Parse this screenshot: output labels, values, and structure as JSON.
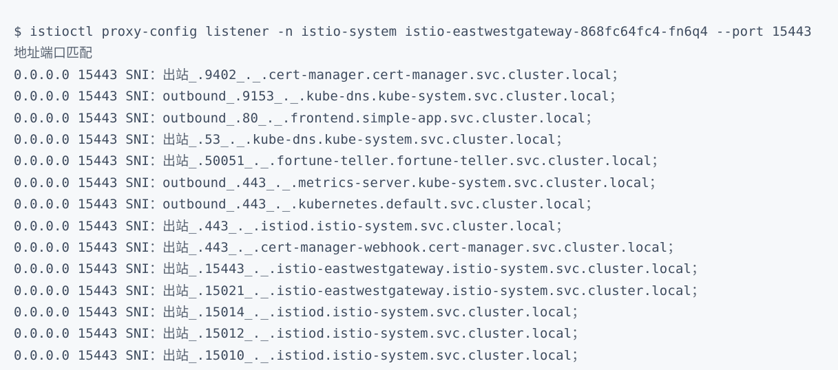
{
  "command": "$ istioctl proxy-config listener -n istio-system istio-eastwestgateway-868fc64fc4-fn6q4 --port 15443",
  "header": "地址端口匹配",
  "rows": [
    "0.0.0.0 15443 SNI：出站_.9402_._.cert-manager.cert-manager.svc.cluster.local；",
    "0.0.0.0 15443 SNI：outbound_.9153_._.kube-dns.kube-system.svc.cluster.local；",
    "0.0.0.0 15443 SNI：outbound_.80_._.frontend.simple-app.svc.cluster.local；",
    "0.0.0.0 15443 SNI：出站_.53_._.kube-dns.kube-system.svc.cluster.local；",
    "0.0.0.0 15443 SNI：出站_.50051_._.fortune-teller.fortune-teller.svc.cluster.local；",
    "0.0.0.0 15443 SNI：outbound_.443_._.metrics-server.kube-system.svc.cluster.local；",
    "0.0.0.0 15443 SNI：outbound_.443_._.kubernetes.default.svc.cluster.local；",
    "0.0.0.0 15443 SNI：出站_.443_._.istiod.istio-system.svc.cluster.local；",
    "0.0.0.0 15443 SNI：出站_.443_._.cert-manager-webhook.cert-manager.svc.cluster.local；",
    "0.0.0.0 15443 SNI：出站_.15443_._.istio-eastwestgateway.istio-system.svc.cluster.local；",
    "0.0.0.0 15443 SNI：出站_.15021_._.istio-eastwestgateway.istio-system.svc.cluster.local；",
    "0.0.0.0 15443 SNI：出站_.15014_._.istiod.istio-system.svc.cluster.local；",
    "0.0.0.0 15443 SNI：出站_.15012_._.istiod.istio-system.svc.cluster.local；",
    "0.0.0.0 15443 SNI：出站_.15010_._.istiod.istio-system.svc.cluster.local；"
  ]
}
